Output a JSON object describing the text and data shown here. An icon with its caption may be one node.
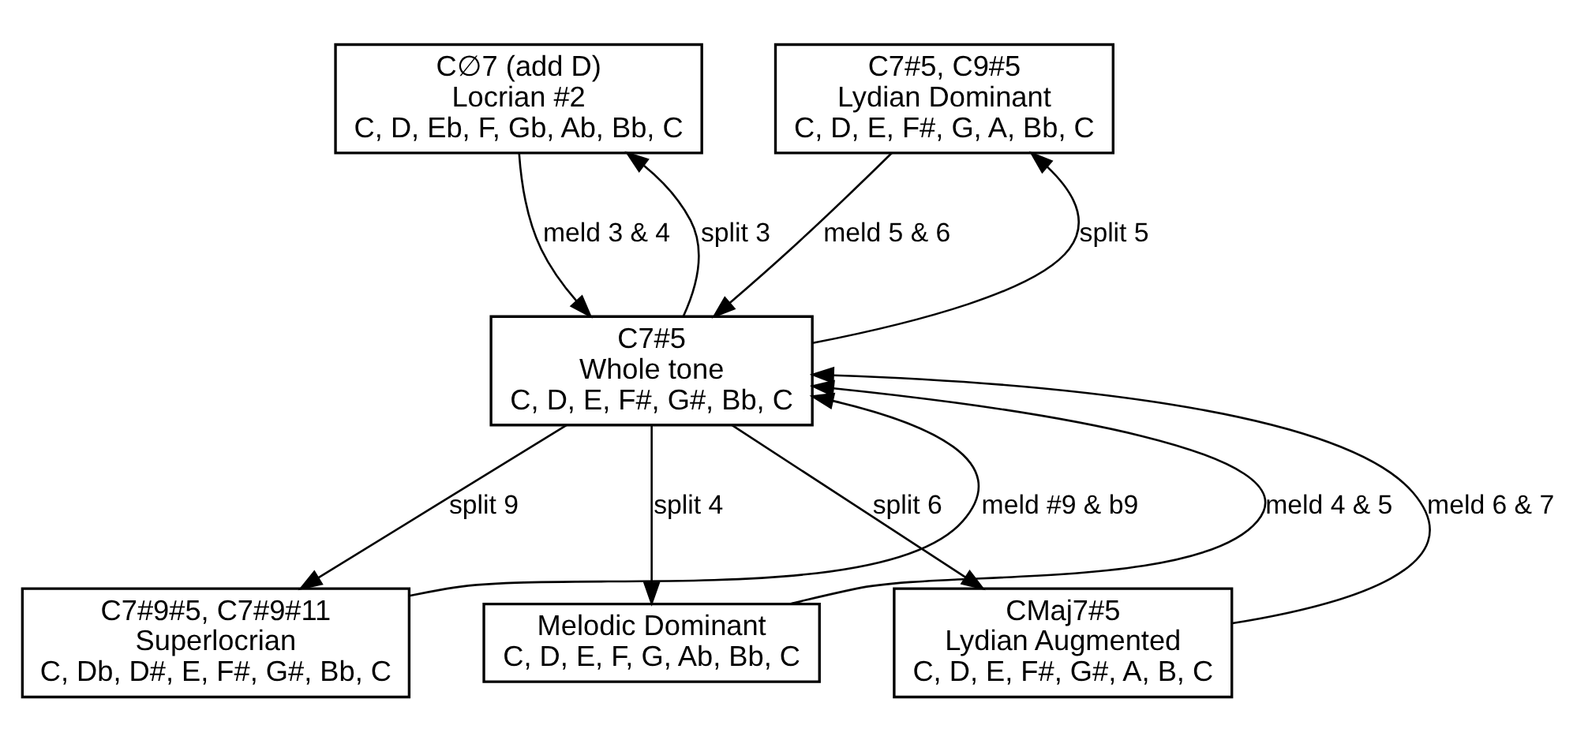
{
  "diagram": {
    "nodes": [
      {
        "text": [
          "C∅7 (add D)",
          "Locrian #2",
          "C, D, Eb, F, Gb, Ab, Bb, C"
        ]
      },
      {
        "text": [
          "C7#5, C9#5",
          "Lydian Dominant",
          "C, D, E, F#, G, A, Bb, C"
        ]
      },
      {
        "text": [
          "C7#5",
          "Whole tone",
          "C, D, E, F#, G#, Bb, C"
        ]
      },
      {
        "text": [
          "C7#9#5, C7#9#11",
          "Superlocrian",
          "C, Db, D#, E, F#, G#, Bb, C"
        ]
      },
      {
        "text": [
          "Melodic Dominant",
          "C, D, E, F, G, Ab, Bb, C"
        ]
      },
      {
        "text": [
          "CMaj7#5",
          "Lydian Augmented",
          "C, D, E, F#, G#, A, B, C"
        ]
      }
    ],
    "edges": [
      {
        "from": 2,
        "to": 0,
        "arrow": "to",
        "label": "split 3"
      },
      {
        "from": 0,
        "to": 2,
        "arrow": "to",
        "label": "meld 3 & 4"
      },
      {
        "from": 2,
        "to": 1,
        "arrow": "to",
        "label": "split 5"
      },
      {
        "from": 1,
        "to": 2,
        "arrow": "to",
        "label": "meld 5 & 6"
      },
      {
        "from": 3,
        "to": 2,
        "arrow": "to",
        "label": "meld #9 & b9"
      },
      {
        "from": 2,
        "to": 3,
        "arrow": "to",
        "label": "split 9"
      },
      {
        "from": 4,
        "to": 2,
        "arrow": "to",
        "label": "meld 4 & 5"
      },
      {
        "from": 2,
        "to": 4,
        "arrow": "to",
        "label": "split 4"
      },
      {
        "from": 5,
        "to": 2,
        "arrow": "to",
        "label": "meld 6 & 7"
      },
      {
        "from": 2,
        "to": 5,
        "arrow": "to",
        "label": "split 6"
      }
    ]
  }
}
